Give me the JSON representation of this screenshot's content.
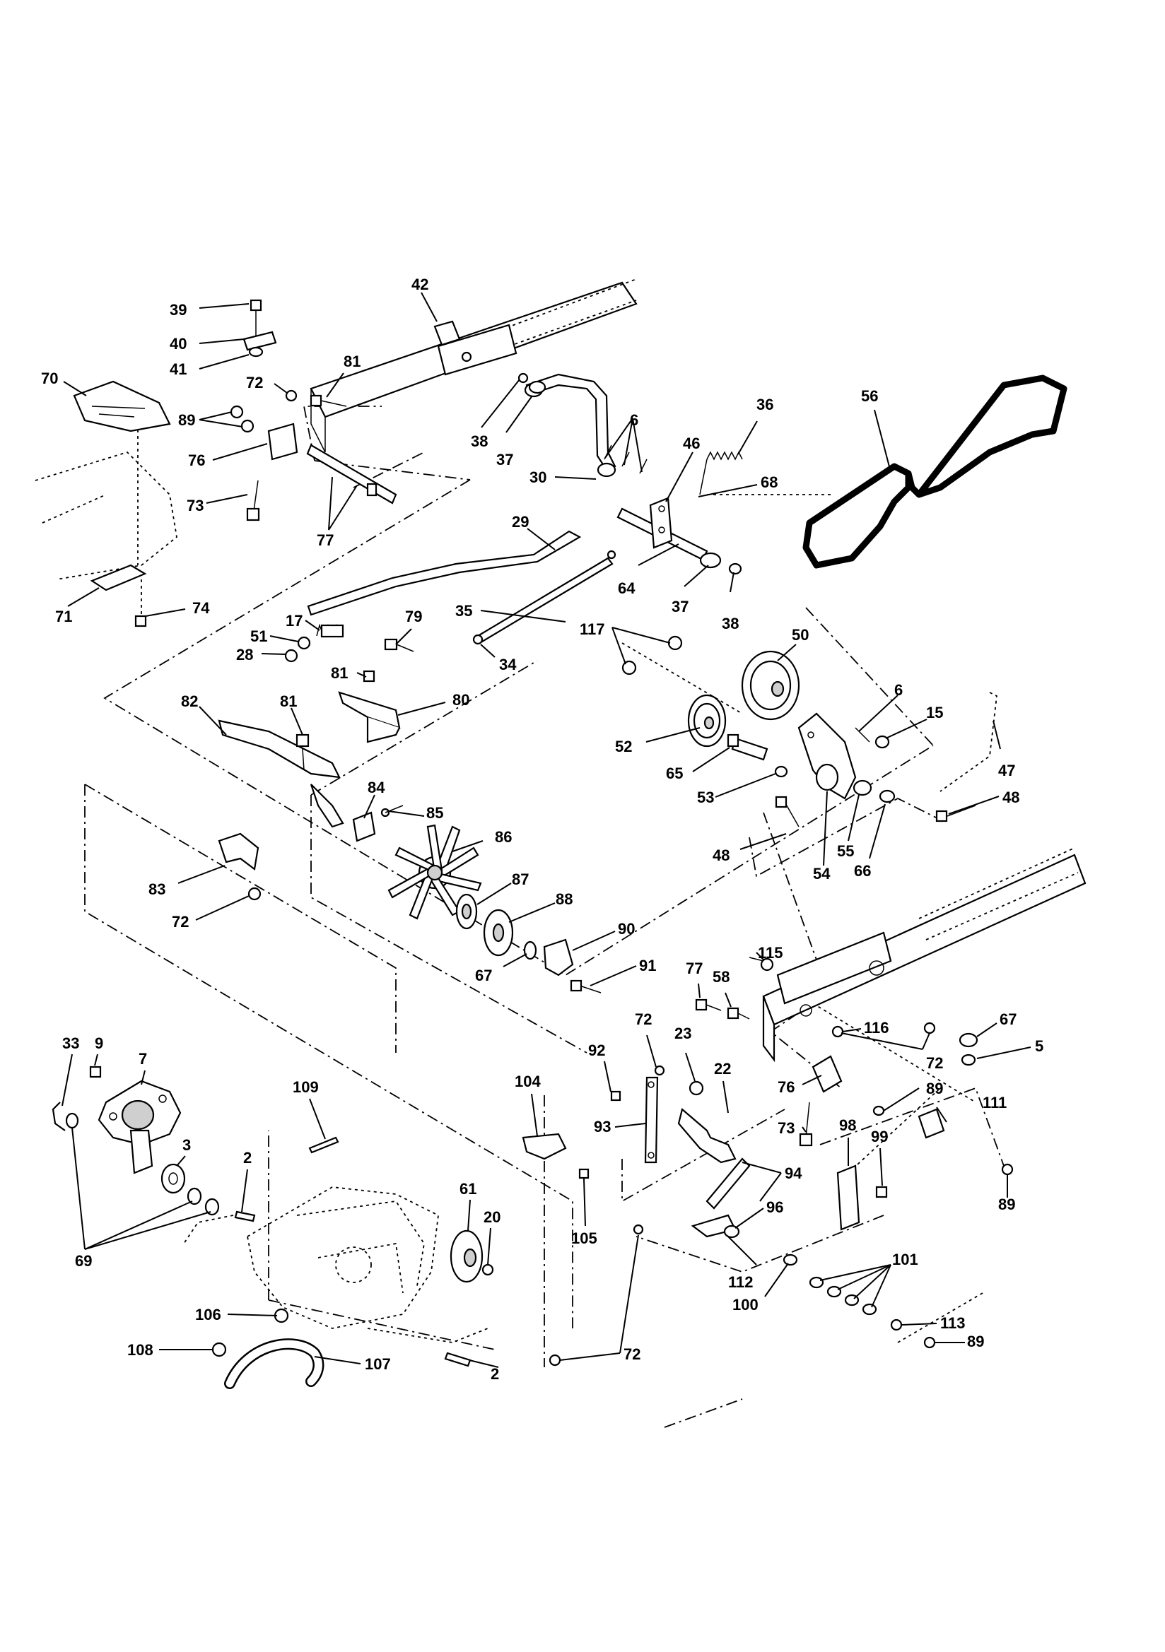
{
  "diagram": {
    "callouts": [
      {
        "id": "c39",
        "text": "39"
      },
      {
        "id": "c40",
        "text": "40"
      },
      {
        "id": "c41",
        "text": "41"
      },
      {
        "id": "c70",
        "text": "70"
      },
      {
        "id": "c72a",
        "text": "72"
      },
      {
        "id": "c81a",
        "text": "81"
      },
      {
        "id": "c89a",
        "text": "89"
      },
      {
        "id": "c76a",
        "text": "76"
      },
      {
        "id": "c73a",
        "text": "73"
      },
      {
        "id": "c77a",
        "text": "77"
      },
      {
        "id": "c71",
        "text": "71"
      },
      {
        "id": "c74",
        "text": "74"
      },
      {
        "id": "c42",
        "text": "42"
      },
      {
        "id": "c38a",
        "text": "38"
      },
      {
        "id": "c37a",
        "text": "37"
      },
      {
        "id": "c30",
        "text": "30"
      },
      {
        "id": "c6a",
        "text": "6"
      },
      {
        "id": "c46",
        "text": "46"
      },
      {
        "id": "c36",
        "text": "36"
      },
      {
        "id": "c68",
        "text": "68"
      },
      {
        "id": "c56",
        "text": "56"
      },
      {
        "id": "c29",
        "text": "29"
      },
      {
        "id": "c64",
        "text": "64"
      },
      {
        "id": "c37b",
        "text": "37"
      },
      {
        "id": "c38b",
        "text": "38"
      },
      {
        "id": "c17",
        "text": "17"
      },
      {
        "id": "c51",
        "text": "51"
      },
      {
        "id": "c28",
        "text": "28"
      },
      {
        "id": "c79",
        "text": "79"
      },
      {
        "id": "c35",
        "text": "35"
      },
      {
        "id": "c34",
        "text": "34"
      },
      {
        "id": "c117",
        "text": "117"
      },
      {
        "id": "c50",
        "text": "50"
      },
      {
        "id": "c81b",
        "text": "81"
      },
      {
        "id": "c80",
        "text": "80"
      },
      {
        "id": "c82",
        "text": "82"
      },
      {
        "id": "c81c",
        "text": "81"
      },
      {
        "id": "c6b",
        "text": "6"
      },
      {
        "id": "c15",
        "text": "15"
      },
      {
        "id": "c52",
        "text": "52"
      },
      {
        "id": "c65",
        "text": "65"
      },
      {
        "id": "c47",
        "text": "47"
      },
      {
        "id": "c53",
        "text": "53"
      },
      {
        "id": "c48a",
        "text": "48"
      },
      {
        "id": "c84",
        "text": "84"
      },
      {
        "id": "c85",
        "text": "85"
      },
      {
        "id": "c86",
        "text": "86"
      },
      {
        "id": "c48b",
        "text": "48"
      },
      {
        "id": "c55",
        "text": "55"
      },
      {
        "id": "c66",
        "text": "66"
      },
      {
        "id": "c54",
        "text": "54"
      },
      {
        "id": "c83",
        "text": "83"
      },
      {
        "id": "c87",
        "text": "87"
      },
      {
        "id": "c88",
        "text": "88"
      },
      {
        "id": "c72b",
        "text": "72"
      },
      {
        "id": "c90",
        "text": "90"
      },
      {
        "id": "c67a",
        "text": "67"
      },
      {
        "id": "c91",
        "text": "91"
      },
      {
        "id": "c115",
        "text": "115"
      },
      {
        "id": "c77b",
        "text": "77"
      },
      {
        "id": "c58",
        "text": "58"
      },
      {
        "id": "c72c",
        "text": "72"
      },
      {
        "id": "c23",
        "text": "23"
      },
      {
        "id": "c116",
        "text": "116"
      },
      {
        "id": "c67b",
        "text": "67"
      },
      {
        "id": "c5",
        "text": "5"
      },
      {
        "id": "c33",
        "text": "33"
      },
      {
        "id": "c9",
        "text": "9"
      },
      {
        "id": "c7",
        "text": "7"
      },
      {
        "id": "c109",
        "text": "109"
      },
      {
        "id": "c92",
        "text": "92"
      },
      {
        "id": "c104",
        "text": "104"
      },
      {
        "id": "c22",
        "text": "22"
      },
      {
        "id": "c72d",
        "text": "72"
      },
      {
        "id": "c76b",
        "text": "76"
      },
      {
        "id": "c89b",
        "text": "89"
      },
      {
        "id": "c111",
        "text": "111"
      },
      {
        "id": "c3",
        "text": "3"
      },
      {
        "id": "c93",
        "text": "93"
      },
      {
        "id": "c73b",
        "text": "73"
      },
      {
        "id": "c98",
        "text": "98"
      },
      {
        "id": "c99",
        "text": "99"
      },
      {
        "id": "c2a",
        "text": "2"
      },
      {
        "id": "c61",
        "text": "61"
      },
      {
        "id": "c20",
        "text": "20"
      },
      {
        "id": "c94",
        "text": "94"
      },
      {
        "id": "c96",
        "text": "96"
      },
      {
        "id": "c89c",
        "text": "89"
      },
      {
        "id": "c105",
        "text": "105"
      },
      {
        "id": "c69",
        "text": "69"
      },
      {
        "id": "c112",
        "text": "112"
      },
      {
        "id": "c101",
        "text": "101"
      },
      {
        "id": "c100",
        "text": "100"
      },
      {
        "id": "c106",
        "text": "106"
      },
      {
        "id": "c113",
        "text": "113"
      },
      {
        "id": "c72e",
        "text": "72"
      },
      {
        "id": "c89d",
        "text": "89"
      },
      {
        "id": "c108",
        "text": "108"
      },
      {
        "id": "c107",
        "text": "107"
      },
      {
        "id": "c2b",
        "text": "2"
      }
    ]
  }
}
